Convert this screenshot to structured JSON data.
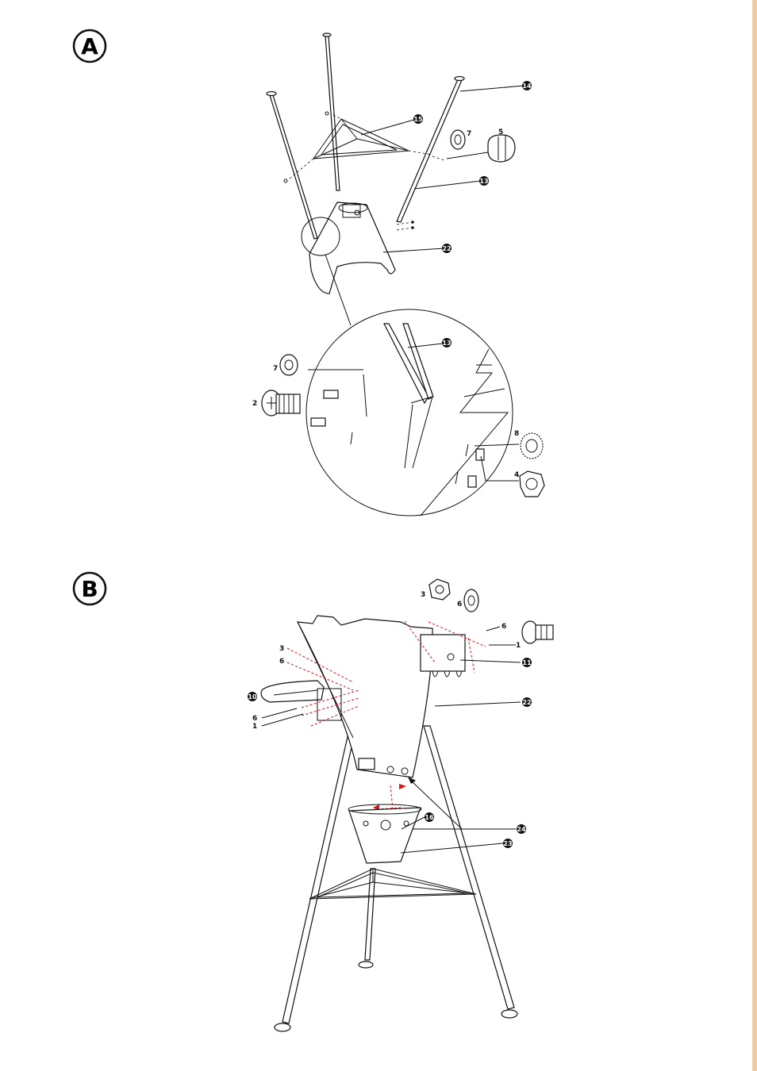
{
  "steps": [
    {
      "id": "A",
      "label": "A"
    },
    {
      "id": "B",
      "label": "B"
    }
  ],
  "diagram_a": {
    "callouts": [
      "14",
      "15",
      "13",
      "22",
      "13"
    ],
    "parts": [
      "7",
      "5",
      "7",
      "2",
      "8",
      "4"
    ]
  },
  "diagram_b": {
    "callouts": [
      "11",
      "10",
      "22",
      "16",
      "24",
      "23"
    ],
    "parts": [
      "3",
      "6",
      "6",
      "1",
      "3",
      "6",
      "6",
      "1"
    ]
  },
  "colors": {
    "ink": "#111111",
    "assembly_dash": "#d9141e",
    "edge_bar": "#f3c9a0"
  }
}
